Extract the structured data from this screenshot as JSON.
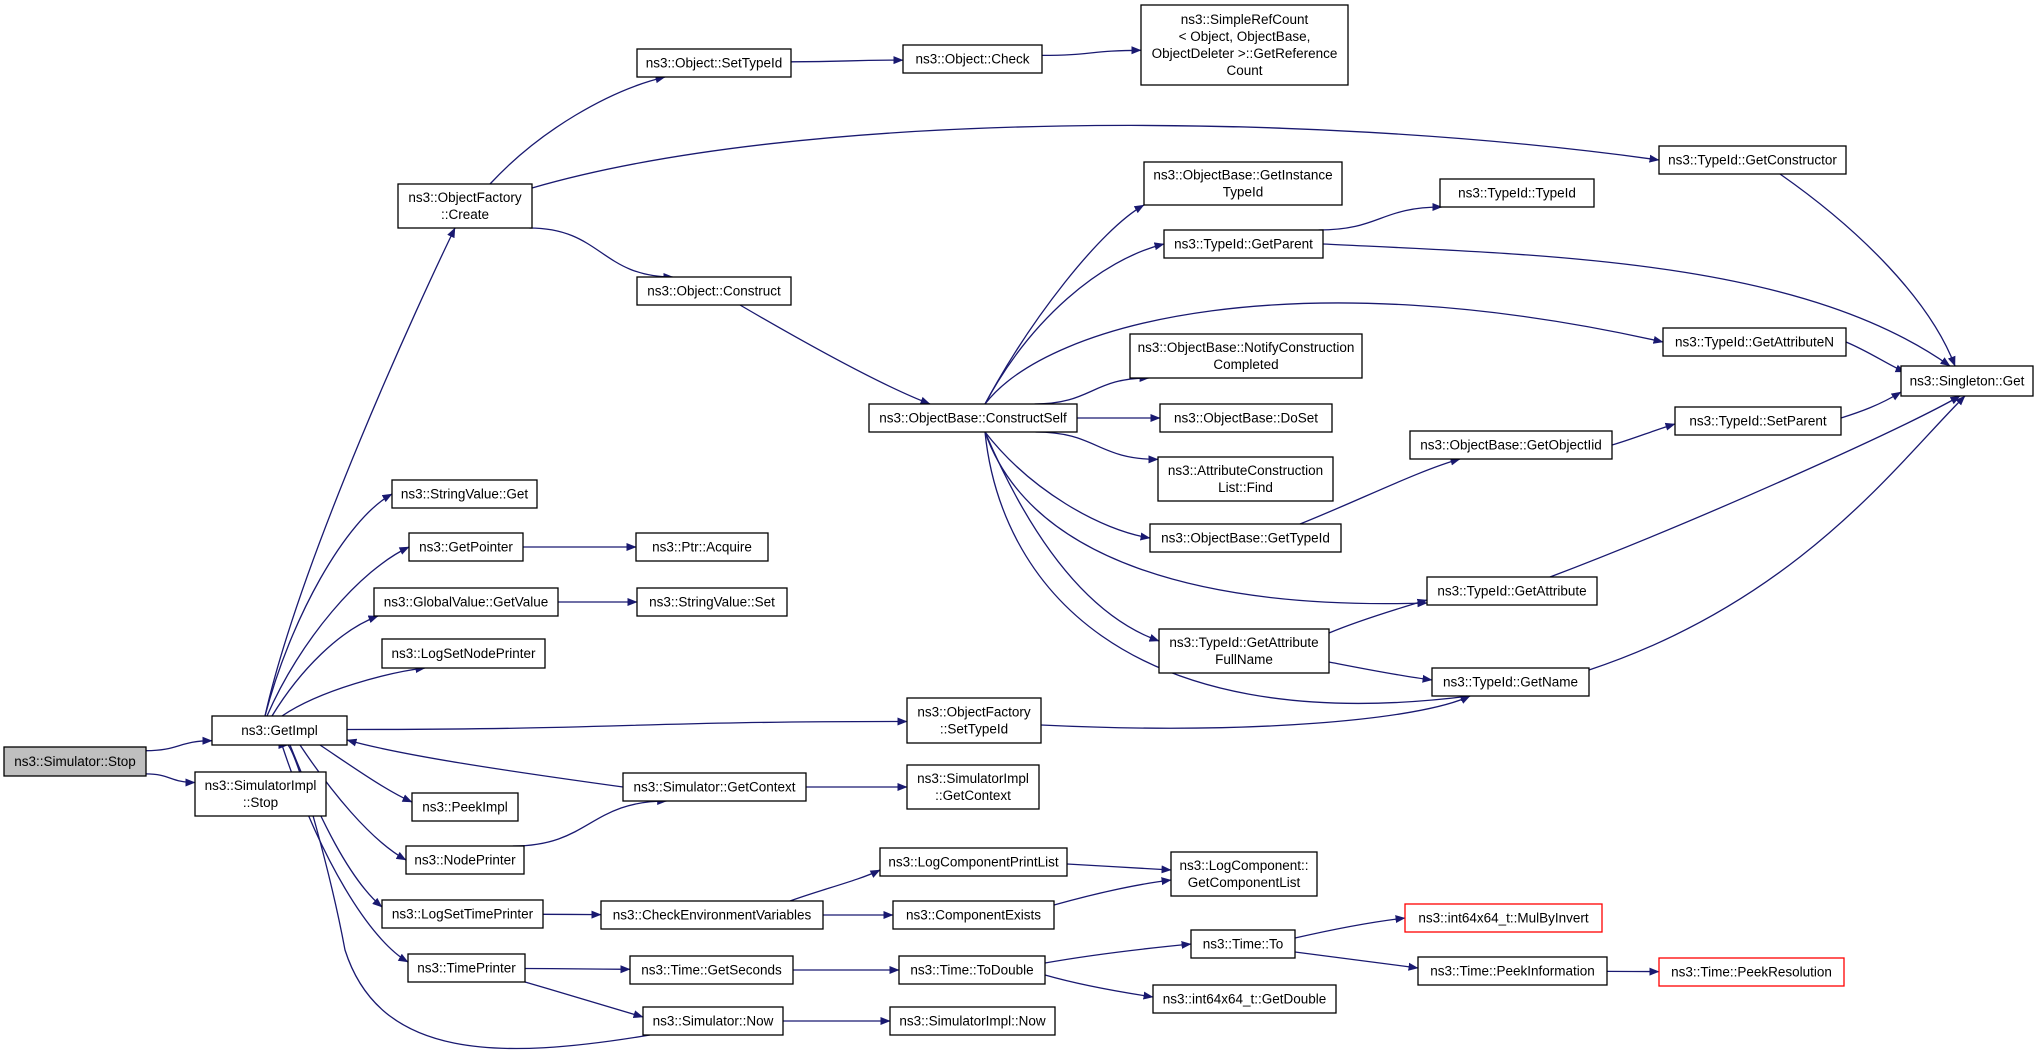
{
  "colors": {
    "edge": "#191970",
    "node_border": "#000000",
    "root_fill": "#bfbfbf",
    "external_border": "#ff0000",
    "background": "#ffffff"
  },
  "nodes": [
    {
      "id": "stop",
      "lines": [
        "ns3::Simulator::Stop"
      ],
      "style": "root"
    },
    {
      "id": "getimpl",
      "lines": [
        "ns3::GetImpl"
      ]
    },
    {
      "id": "simimplstop",
      "lines": [
        "ns3::SimulatorImpl",
        "::Stop"
      ]
    },
    {
      "id": "ofcreate",
      "lines": [
        "ns3::ObjectFactory",
        "::Create"
      ]
    },
    {
      "id": "setypeid",
      "lines": [
        "ns3::Object::SetTypeId"
      ]
    },
    {
      "id": "objcheck",
      "lines": [
        "ns3::Object::Check"
      ]
    },
    {
      "id": "simplerefcount",
      "lines": [
        "ns3::SimpleRefCount",
        "< Object, ObjectBase,",
        "ObjectDeleter >::GetReference",
        "Count"
      ]
    },
    {
      "id": "getconstructor",
      "lines": [
        "ns3::TypeId::GetConstructor"
      ]
    },
    {
      "id": "objconstruct",
      "lines": [
        "ns3::Object::Construct"
      ]
    },
    {
      "id": "getinstancetypeid",
      "lines": [
        "ns3::ObjectBase::GetInstance",
        "TypeId"
      ]
    },
    {
      "id": "typeidtypeid",
      "lines": [
        "ns3::TypeId::TypeId"
      ]
    },
    {
      "id": "getparent",
      "lines": [
        "ns3::TypeId::GetParent"
      ]
    },
    {
      "id": "getattributen",
      "lines": [
        "ns3::TypeId::GetAttributeN"
      ]
    },
    {
      "id": "notifyconstruction",
      "lines": [
        "ns3::ObjectBase::NotifyConstruction",
        "Completed"
      ]
    },
    {
      "id": "singletonget",
      "lines": [
        "ns3::Singleton::Get"
      ]
    },
    {
      "id": "constructself",
      "lines": [
        "ns3::ObjectBase::ConstructSelf"
      ]
    },
    {
      "id": "doset",
      "lines": [
        "ns3::ObjectBase::DoSet"
      ]
    },
    {
      "id": "getobjectiid",
      "lines": [
        "ns3::ObjectBase::GetObjectIid"
      ]
    },
    {
      "id": "setparent",
      "lines": [
        "ns3::TypeId::SetParent"
      ]
    },
    {
      "id": "attrconstfind",
      "lines": [
        "ns3::AttributeConstruction",
        "List::Find"
      ]
    },
    {
      "id": "stringvalueget",
      "lines": [
        "ns3::StringValue::Get"
      ]
    },
    {
      "id": "getpointer",
      "lines": [
        "ns3::GetPointer"
      ]
    },
    {
      "id": "ptracquire",
      "lines": [
        "ns3::Ptr::Acquire"
      ]
    },
    {
      "id": "gettypeid",
      "lines": [
        "ns3::ObjectBase::GetTypeId"
      ]
    },
    {
      "id": "globalgetvalue",
      "lines": [
        "ns3::GlobalValue::GetValue"
      ]
    },
    {
      "id": "stringvalueset",
      "lines": [
        "ns3::StringValue::Set"
      ]
    },
    {
      "id": "getattribute",
      "lines": [
        "ns3::TypeId::GetAttribute"
      ]
    },
    {
      "id": "logsetnodeprinter",
      "lines": [
        "ns3::LogSetNodePrinter"
      ]
    },
    {
      "id": "getattrfullname",
      "lines": [
        "ns3::TypeId::GetAttribute",
        "FullName"
      ]
    },
    {
      "id": "getname",
      "lines": [
        "ns3::TypeId::GetName"
      ]
    },
    {
      "id": "ofsettypeid",
      "lines": [
        "ns3::ObjectFactory",
        "::SetTypeId"
      ]
    },
    {
      "id": "simgetcontext",
      "lines": [
        "ns3::Simulator::GetContext"
      ]
    },
    {
      "id": "simimplgetcontext",
      "lines": [
        "ns3::SimulatorImpl",
        "::GetContext"
      ]
    },
    {
      "id": "peekimpl",
      "lines": [
        "ns3::PeekImpl"
      ]
    },
    {
      "id": "nodeprinter",
      "lines": [
        "ns3::NodePrinter"
      ]
    },
    {
      "id": "logcompprintlist",
      "lines": [
        "ns3::LogComponentPrintList"
      ]
    },
    {
      "id": "getcomponentlist",
      "lines": [
        "ns3::LogComponent::",
        "GetComponentList"
      ]
    },
    {
      "id": "logsettimeprinter",
      "lines": [
        "ns3::LogSetTimePrinter"
      ]
    },
    {
      "id": "checkenvvars",
      "lines": [
        "ns3::CheckEnvironmentVariables"
      ]
    },
    {
      "id": "componentexists",
      "lines": [
        "ns3::ComponentExists"
      ]
    },
    {
      "id": "timeto",
      "lines": [
        "ns3::Time::To"
      ]
    },
    {
      "id": "mulbyinvert",
      "lines": [
        "ns3::int64x64_t::MulByInvert"
      ],
      "style": "external"
    },
    {
      "id": "timeprinter",
      "lines": [
        "ns3::TimePrinter"
      ]
    },
    {
      "id": "timegetseconds",
      "lines": [
        "ns3::Time::GetSeconds"
      ]
    },
    {
      "id": "timetodouble",
      "lines": [
        "ns3::Time::ToDouble"
      ]
    },
    {
      "id": "peekinformation",
      "lines": [
        "ns3::Time::PeekInformation"
      ]
    },
    {
      "id": "peekresolution",
      "lines": [
        "ns3::Time::PeekResolution"
      ],
      "style": "external"
    },
    {
      "id": "int64getdouble",
      "lines": [
        "ns3::int64x64_t::GetDouble"
      ]
    },
    {
      "id": "simnow",
      "lines": [
        "ns3::Simulator::Now"
      ]
    },
    {
      "id": "simimplnow",
      "lines": [
        "ns3::SimulatorImpl::Now"
      ]
    }
  ],
  "edges": [
    [
      "stop",
      "getimpl"
    ],
    [
      "stop",
      "simimplstop"
    ],
    [
      "getimpl",
      "ofcreate"
    ],
    [
      "getimpl",
      "stringvalueget"
    ],
    [
      "getimpl",
      "getpointer"
    ],
    [
      "getimpl",
      "globalgetvalue"
    ],
    [
      "getimpl",
      "logsetnodeprinter"
    ],
    [
      "getimpl",
      "ofsettypeid"
    ],
    [
      "getimpl",
      "peekimpl"
    ],
    [
      "getimpl",
      "nodeprinter"
    ],
    [
      "getimpl",
      "logsettimeprinter"
    ],
    [
      "getimpl",
      "timeprinter"
    ],
    [
      "ofcreate",
      "setypeid"
    ],
    [
      "ofcreate",
      "getconstructor"
    ],
    [
      "ofcreate",
      "objconstruct"
    ],
    [
      "setypeid",
      "objcheck"
    ],
    [
      "objcheck",
      "simplerefcount"
    ],
    [
      "getconstructor",
      "singletonget"
    ],
    [
      "objconstruct",
      "constructself"
    ],
    [
      "constructself",
      "getinstancetypeid"
    ],
    [
      "constructself",
      "getparent"
    ],
    [
      "constructself",
      "getattributen"
    ],
    [
      "constructself",
      "notifyconstruction"
    ],
    [
      "constructself",
      "doset"
    ],
    [
      "constructself",
      "attrconstfind"
    ],
    [
      "constructself",
      "gettypeid"
    ],
    [
      "constructself",
      "getattribute"
    ],
    [
      "constructself",
      "getattrfullname"
    ],
    [
      "constructself",
      "getname"
    ],
    [
      "getparent",
      "typeidtypeid"
    ],
    [
      "getparent",
      "singletonget"
    ],
    [
      "getattributen",
      "singletonget"
    ],
    [
      "gettypeid",
      "getobjectiid"
    ],
    [
      "getobjectiid",
      "setparent"
    ],
    [
      "setparent",
      "singletonget"
    ],
    [
      "getattribute",
      "singletonget"
    ],
    [
      "getattrfullname",
      "getattribute"
    ],
    [
      "getattrfullname",
      "getname"
    ],
    [
      "getname",
      "singletonget"
    ],
    [
      "ofsettypeid",
      "getname"
    ],
    [
      "getpointer",
      "ptracquire"
    ],
    [
      "globalgetvalue",
      "stringvalueset"
    ],
    [
      "nodeprinter",
      "simgetcontext"
    ],
    [
      "simgetcontext",
      "getimpl"
    ],
    [
      "simgetcontext",
      "simimplgetcontext"
    ],
    [
      "logsettimeprinter",
      "checkenvvars"
    ],
    [
      "checkenvvars",
      "logcompprintlist"
    ],
    [
      "checkenvvars",
      "componentexists"
    ],
    [
      "logcompprintlist",
      "getcomponentlist"
    ],
    [
      "componentexists",
      "getcomponentlist"
    ],
    [
      "timeprinter",
      "timegetseconds"
    ],
    [
      "timeprinter",
      "simnow"
    ],
    [
      "timegetseconds",
      "timetodouble"
    ],
    [
      "timetodouble",
      "timeto"
    ],
    [
      "timetodouble",
      "int64getdouble"
    ],
    [
      "timeto",
      "mulbyinvert"
    ],
    [
      "timeto",
      "peekinformation"
    ],
    [
      "peekinformation",
      "peekresolution"
    ],
    [
      "simnow",
      "getimpl"
    ],
    [
      "simnow",
      "simimplnow"
    ]
  ]
}
